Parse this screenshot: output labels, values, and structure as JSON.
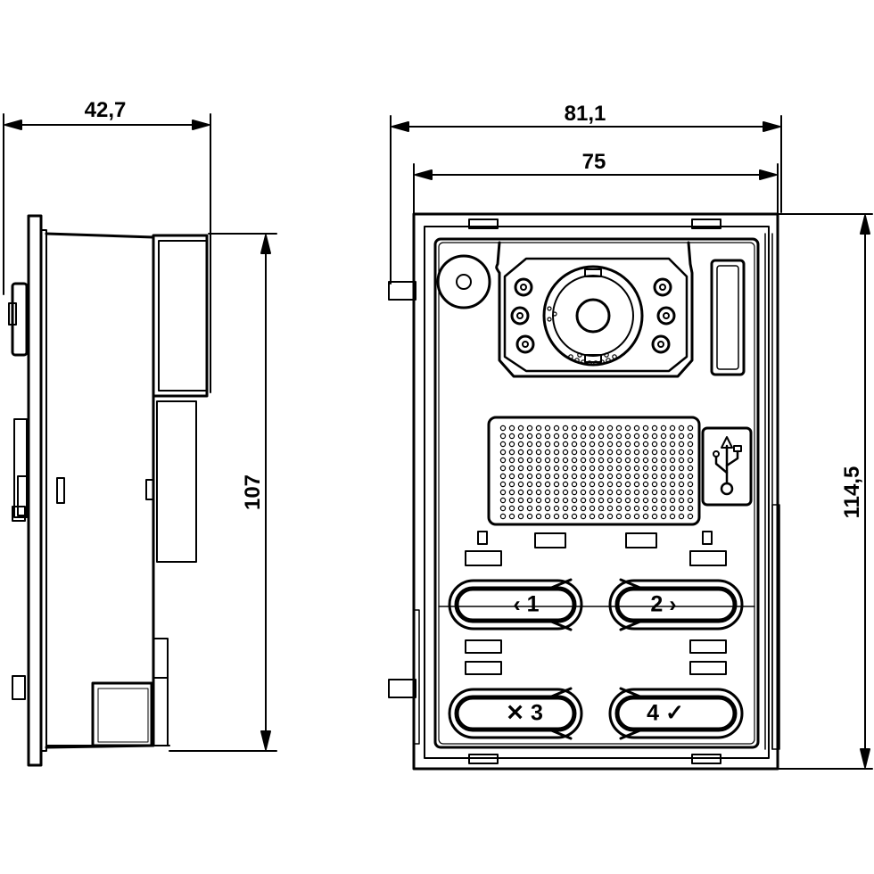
{
  "dimensions": {
    "side_depth": "42,7",
    "side_height": "107",
    "front_outer_width": "81,1",
    "front_inner_width": "75",
    "front_height": "114,5"
  },
  "buttons": {
    "b1": "‹ 1",
    "b2": "2 ›",
    "b3": "✕ 3",
    "b4": "4 ✓"
  },
  "icons": {
    "usb": "usb-icon",
    "camera": "camera-icon",
    "microphone": "microphone-icon",
    "speaker_grille": "speaker-grille"
  }
}
